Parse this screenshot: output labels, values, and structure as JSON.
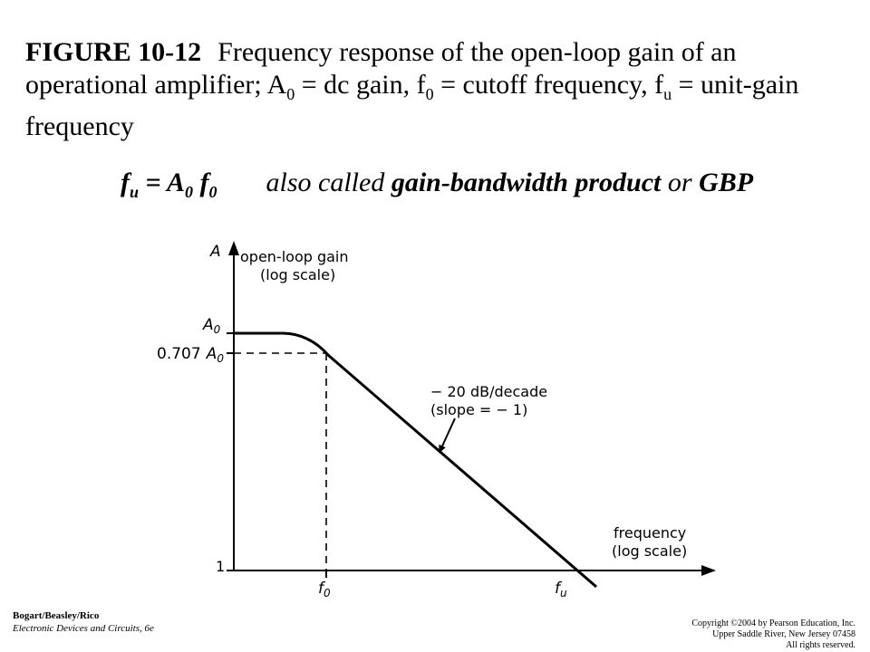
{
  "caption": {
    "figure_label": "FIGURE 10-12",
    "text_1": "Frequency response of the open-loop gain of an operational amplifier; A",
    "sub_1": "0",
    "text_2": " = dc gain, f",
    "sub_2": "0",
    "text_3": " = cutoff frequency, f",
    "sub_3": "u",
    "text_4": " = unit-gain frequency"
  },
  "formula": {
    "lhs_symbol": "f",
    "lhs_sub": "u",
    "equals": " = ",
    "a_symbol": "A",
    "a_sub": "0",
    "f_symbol": " f",
    "f_sub": "0",
    "note_prefix": "also called ",
    "note_bold": "gain-bandwidth product",
    "note_mid": " or ",
    "note_bold_2": "GBP"
  },
  "diagram": {
    "y_axis_symbol": "A",
    "y_axis_label_1": "open-loop gain",
    "y_axis_label_2": "(log scale)",
    "tick_a0_symbol": "A",
    "tick_a0_sub": "0",
    "tick_0707_prefix": "0.707",
    "tick_0707_symbol": "A",
    "tick_0707_sub": "0",
    "tick_one": "1",
    "x_axis_label_1": "frequency",
    "x_axis_label_2": "(log scale)",
    "tick_f0_symbol": "f",
    "tick_f0_sub": "0",
    "tick_fu_symbol": "f",
    "tick_fu_sub": "u",
    "slope_label_1": "− 20 dB/decade",
    "slope_label_2": "(slope  =  − 1)"
  },
  "footer": {
    "authors": "Bogart/Beasley/Rico",
    "book": "Electronic Devices and Circuits, 6e",
    "copyright_1": "Copyright ©2004 by Pearson Education, Inc.",
    "copyright_2": "Upper Saddle River, New Jersey 07458",
    "copyright_3": "All rights reserved."
  }
}
